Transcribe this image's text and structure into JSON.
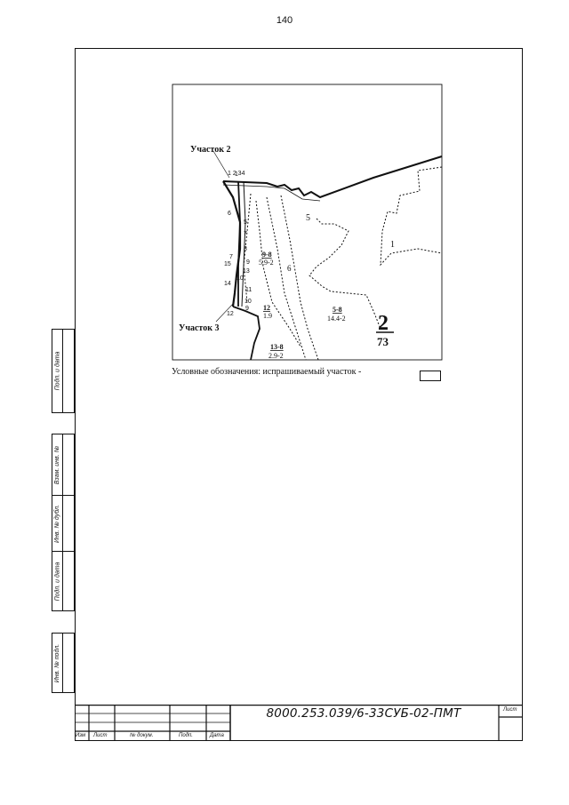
{
  "page": {
    "number": "140"
  },
  "side_stamp": {
    "podp_data_top": "Подп. и дата",
    "vzam_inv": "Взам. инв. №",
    "inv_dubl": "Инв. № дубл.",
    "podp_data_bottom": "Подп. и дата",
    "inv_podl": "Инв. № подл."
  },
  "title_block": {
    "code": "8000.253.039/6-33СУБ-02-ПМТ",
    "sheet_label": "Лист",
    "columns": [
      "Изм",
      "Лист",
      "№ докум.",
      "Подп.",
      "Дата"
    ]
  },
  "map": {
    "area_2_label": "Участок 2",
    "area_3_label": "Участок 3",
    "points_top": "1 2  34",
    "parcels": [
      {
        "label": "1"
      },
      {
        "label": "5"
      },
      {
        "label": "6"
      },
      {
        "label": "6"
      },
      {
        "label": "5"
      },
      {
        "label": "7"
      },
      {
        "label": "8"
      },
      {
        "label": "7"
      },
      {
        "label": "15"
      },
      {
        "label": "14"
      },
      {
        "label": "12"
      },
      {
        "label": "10"
      },
      {
        "label": "11"
      },
      {
        "label": "9"
      },
      {
        "label": "10"
      },
      {
        "label": "13"
      },
      {
        "label": "9"
      },
      {
        "label": "1"
      }
    ],
    "fraction_1": {
      "num": "9-8",
      "den": "5.9-2"
    },
    "fraction_2": {
      "num": "12",
      "den": "1.9"
    },
    "fraction_3": {
      "num": "5-8",
      "den": "14.4-2"
    },
    "fraction_4": {
      "num": "13-8",
      "den": "2.9-2"
    },
    "block_number": {
      "num": "2",
      "den": "73"
    }
  },
  "legend": {
    "text": "Условные обозначения:  испрашиваемый  участок -"
  }
}
